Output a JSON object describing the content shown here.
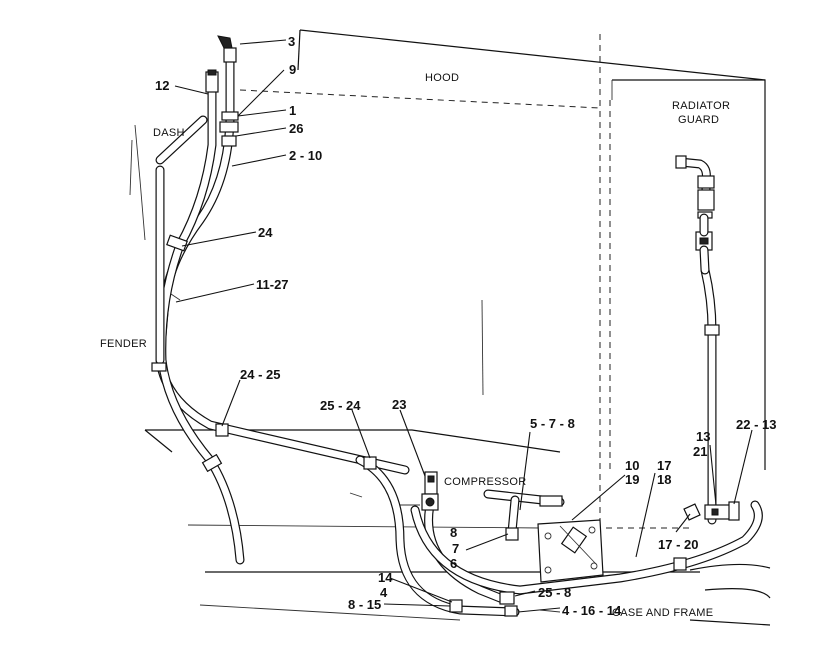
{
  "diagram": {
    "regions": {
      "hood": "HOOD",
      "radiator_guard": [
        "RADIATOR",
        "GUARD"
      ],
      "dash": "DASH",
      "fender": "FENDER",
      "compressor": "COMPRESSOR",
      "case_and_frame": "CASE AND FRAME"
    },
    "callouts": {
      "c3": "3",
      "c9": "9",
      "c12": "12",
      "c1": "1",
      "c26": "26",
      "c2_10": "2 - 10",
      "c24": "24",
      "c11_27": "11-27",
      "c24_25": "24 - 25",
      "c25_24": "25 - 24",
      "c23": "23",
      "c5_7_8": "5 - 7 - 8",
      "c10_19": [
        "10",
        "19"
      ],
      "c17_18": [
        "17",
        "18"
      ],
      "c13_21": [
        "13",
        "21"
      ],
      "c22_13": "22 - 13",
      "c8_7_6": [
        "8",
        "7",
        "6"
      ],
      "c17_20": "17 - 20",
      "c14_4": [
        "14",
        "4"
      ],
      "c8_15": "8 - 15",
      "c25_8": "25 - 8",
      "c4_16_14": "4 - 16 - 14"
    }
  }
}
